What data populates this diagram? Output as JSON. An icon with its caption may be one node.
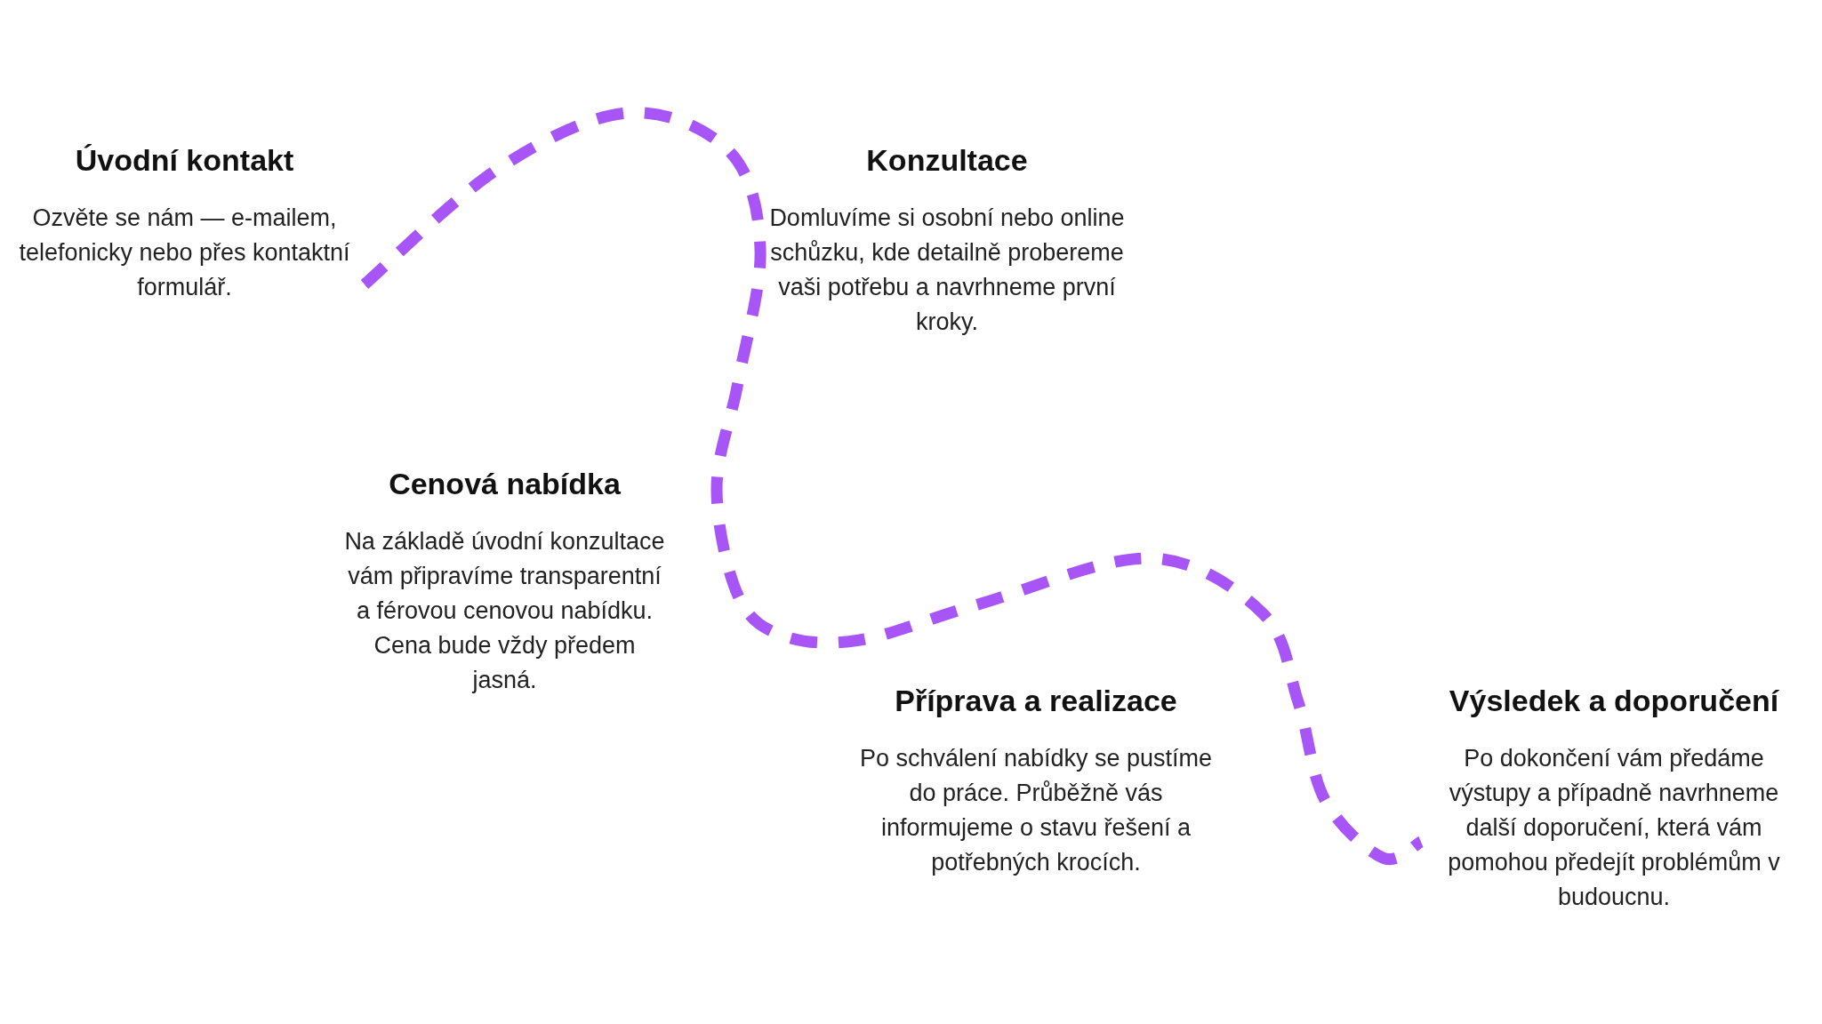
{
  "diagram": {
    "nodes": [
      {
        "text": [
          "Úvodní kontakt",
          "Ozvěte se nám — e-mailem, telefonicky nebo přes kontaktní formulář."
        ]
      },
      {
        "text": [
          "Konzultace",
          "Domluvíme si osobní nebo online schůzku, kde detailně probereme vaši potřebu a navrhneme první kroky."
        ]
      },
      {
        "text": [
          "Cenová nabídka",
          "Na základě úvodní konzultace vám připravíme transparentní a férovou cenovou nabídku. Cena bude vždy předem jasná."
        ]
      },
      {
        "text": [
          "Příprava a realizace",
          "Po schválení nabídky se pustíme do práce. Průběžně vás informujeme o stavu řešení a potřebných krocích."
        ]
      },
      {
        "text": [
          "Výsledek a doporučení",
          "Po dokončení vám předáme výstupy a případně navrhneme další doporučení, která vám pomohou předejít problémům v budoucnu."
        ]
      }
    ],
    "edges": [
      {
        "from": 0,
        "to": 4,
        "arrow": "none",
        "style": "dashed"
      }
    ]
  }
}
